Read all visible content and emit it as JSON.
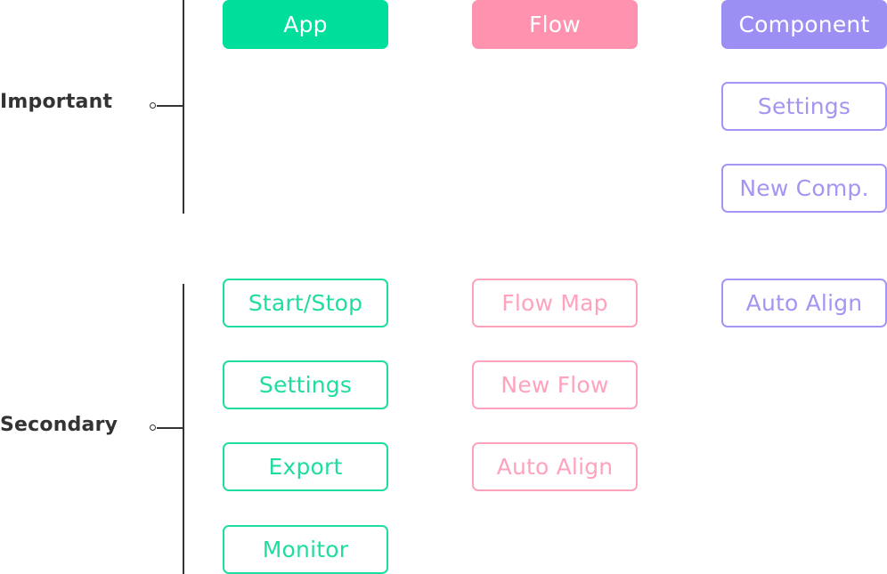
{
  "groups": {
    "important": "Important",
    "secondary": "Secondary"
  },
  "colors": {
    "app": "#00de9b",
    "flow": "#ff92ae",
    "component": "#9c8ff4",
    "text": "#333333"
  },
  "headers": {
    "app": "App",
    "flow": "Flow",
    "component": "Component"
  },
  "important": {
    "component": [
      "Settings",
      "New Comp."
    ]
  },
  "secondary": {
    "app": [
      "Start/Stop",
      "Settings",
      "Export",
      "Monitor"
    ],
    "flow": [
      "Flow Map",
      "New Flow",
      "Auto Align"
    ],
    "component": [
      "Auto Align"
    ]
  }
}
